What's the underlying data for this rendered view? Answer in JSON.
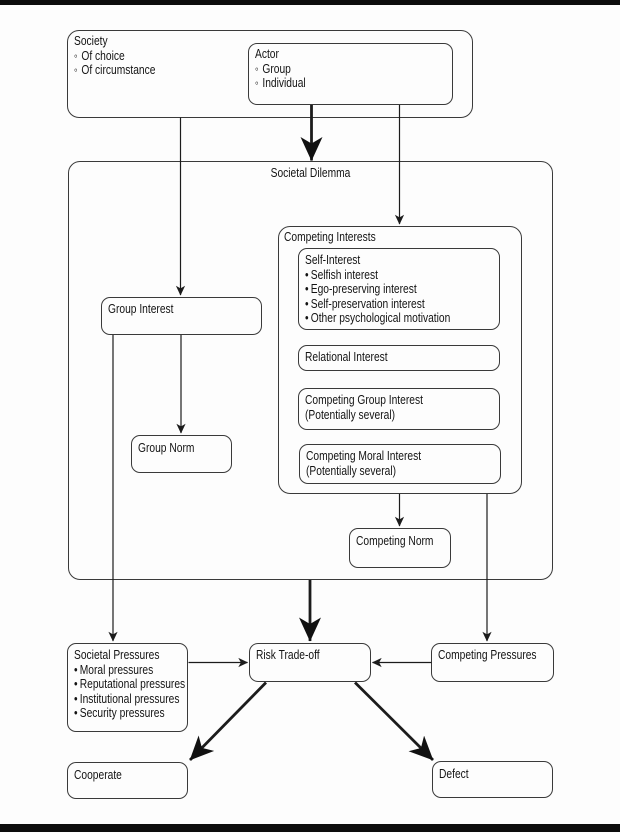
{
  "figure": {
    "background": "#fdfdfd",
    "line_color": "#1c1c1c",
    "border_color": "#3a3a3a",
    "bar_color": "#0d0d0d",
    "text_color": "#141414"
  },
  "nodes": {
    "society": {
      "title": "Society",
      "marker": "◦",
      "bullets": [
        "Of choice",
        "Of circumstance"
      ]
    },
    "actor": {
      "title": "Actor",
      "marker": "◦",
      "bullets": [
        "Group",
        "Individual"
      ]
    },
    "societal_dilemma": {
      "title": "Societal Dilemma"
    },
    "group_interest": {
      "title": "Group Interest"
    },
    "competing_interests": {
      "title": "Competing Interests"
    },
    "self_interest": {
      "title": "Self-Interest",
      "marker": "•",
      "bullets": [
        "Selfish interest",
        "Ego-preserving interest",
        "Self-preservation interest",
        "Other psychological motivation"
      ]
    },
    "relational_interest": {
      "title": "Relational Interest"
    },
    "competing_group_interest": {
      "title": "Competing Group Interest",
      "subtitle": "(Potentially several)"
    },
    "competing_moral_interest": {
      "title": "Competing Moral Interest",
      "subtitle": "(Potentially several)"
    },
    "group_norm": {
      "title": "Group Norm"
    },
    "competing_norm": {
      "title": "Competing Norm"
    },
    "societal_pressures": {
      "title": "Societal Pressures",
      "marker": "•",
      "bullets": [
        "Moral pressures",
        "Reputational pressures",
        "Institutional pressures",
        "Security pressures"
      ]
    },
    "risk_tradeoff": {
      "title": "Risk Trade-off"
    },
    "competing_pressures": {
      "title": "Competing Pressures"
    },
    "cooperate": {
      "title": "Cooperate"
    },
    "defect": {
      "title": "Defect"
    }
  },
  "connections": [
    {
      "from": "society",
      "to": "group-interest",
      "style": "thin"
    },
    {
      "from": "actor",
      "to": "societal-dilemma",
      "style": "thick"
    },
    {
      "from": "actor",
      "to": "competing-interests",
      "style": "thin"
    },
    {
      "from": "group-interest",
      "to": "group-norm",
      "style": "thin"
    },
    {
      "from": "group-interest",
      "to": "societal-pressures",
      "style": "thin"
    },
    {
      "from": "competing-interests",
      "to": "competing-norm",
      "style": "thin"
    },
    {
      "from": "competing-interests",
      "to": "competing-pressures",
      "style": "thin"
    },
    {
      "from": "societal-dilemma",
      "to": "risk-tradeoff",
      "style": "thick"
    },
    {
      "from": "societal-pressures",
      "to": "risk-tradeoff",
      "style": "thin"
    },
    {
      "from": "competing-pressures",
      "to": "risk-tradeoff",
      "style": "thin"
    },
    {
      "from": "risk-tradeoff",
      "to": "cooperate",
      "style": "thick"
    },
    {
      "from": "risk-tradeoff",
      "to": "defect",
      "style": "thick"
    }
  ]
}
